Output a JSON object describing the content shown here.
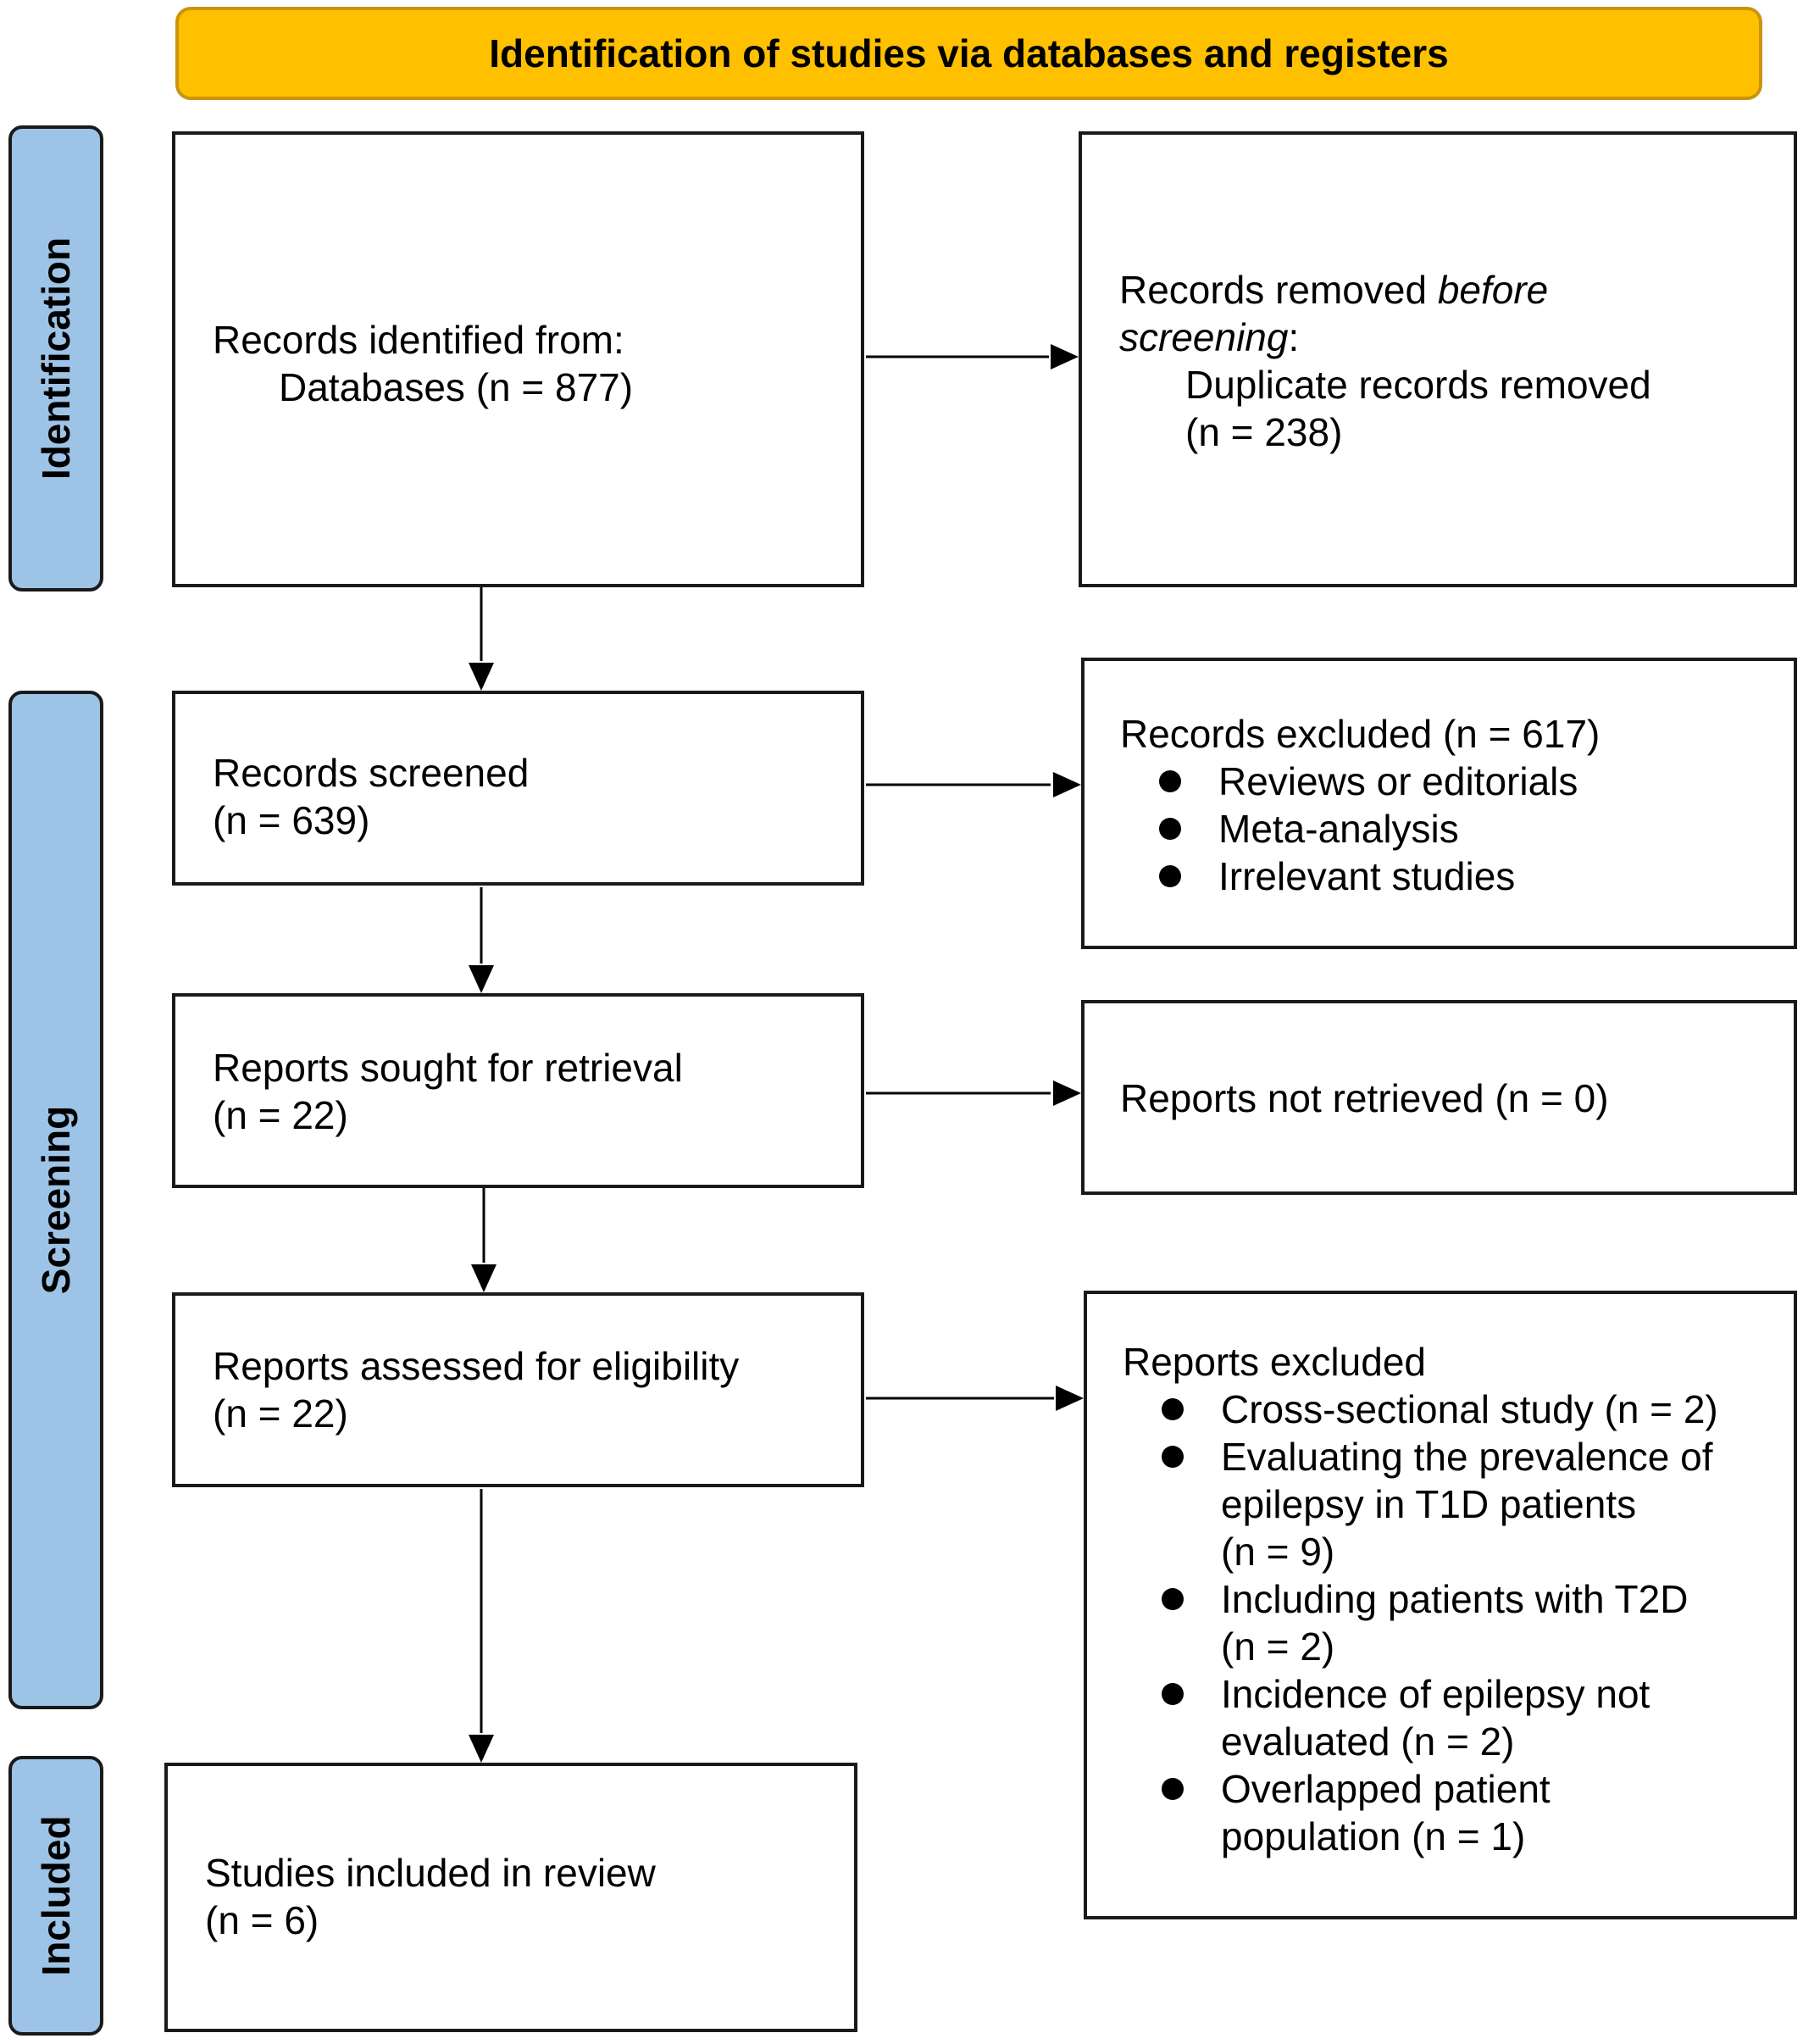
{
  "header": {
    "title": "Identification of studies via databases and registers"
  },
  "phases": {
    "identification": "Identification",
    "screening": "Screening",
    "included": "Included"
  },
  "boxes": {
    "identified": {
      "line1": "Records identified from:",
      "line2": "Databases (n = 877)"
    },
    "removed": {
      "line1a": "Records removed ",
      "line1b": "before",
      "line2a": "screening",
      "line2b": ":",
      "line3": "Duplicate records removed",
      "line4": "(n = 238)"
    },
    "screened": {
      "line1": "Records screened",
      "line2": "(n = 639)"
    },
    "excluded_records": {
      "title": "Records excluded (n = 617)",
      "items": [
        "Reviews or editorials",
        "Meta-analysis",
        "Irrelevant studies"
      ]
    },
    "sought": {
      "line1": "Reports sought for retrieval",
      "line2": "(n = 22)"
    },
    "not_retrieved": {
      "line1": "Reports not retrieved (n = 0)"
    },
    "assessed": {
      "line1": "Reports assessed for eligibility",
      "line2": "(n = 22)"
    },
    "excluded_reports": {
      "title": "Reports excluded",
      "items": [
        {
          "l1": "Cross-sectional study (n = 2)"
        },
        {
          "l1": "Evaluating the prevalence of",
          "l2": "epilepsy in T1D patients",
          "l3": "(n = 9)"
        },
        {
          "l1": "Including patients with T2D",
          "l2": "(n = 2)"
        },
        {
          "l1": "Incidence of epilepsy not",
          "l2": "evaluated (n = 2)"
        },
        {
          "l1": "Overlapped patient",
          "l2": "population (n = 1)"
        }
      ]
    },
    "included": {
      "line1": "Studies included in review",
      "line2": "(n = 6)"
    }
  }
}
